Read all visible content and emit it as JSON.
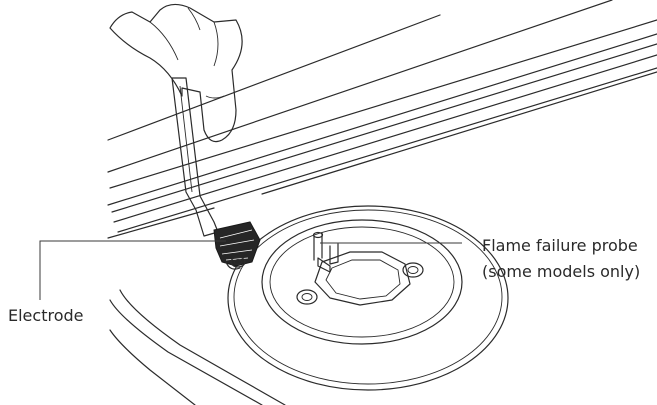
{
  "labels": {
    "electrode": "Electrode",
    "probe_line1": "Flame failure probe",
    "probe_line2": "(some models only)"
  },
  "colors": {
    "line": "#2b2b2b",
    "text": "#2a2a2a",
    "background": "#ffffff"
  }
}
